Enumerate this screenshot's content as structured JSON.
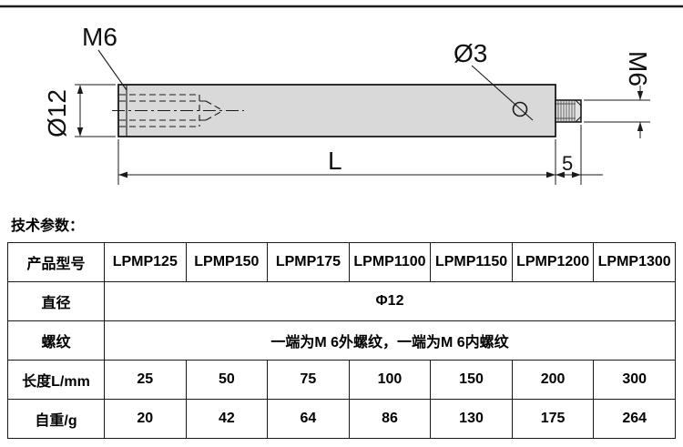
{
  "drawing": {
    "labels": {
      "internal_thread": "M6",
      "body_diameter": "Ø12",
      "hole_diameter": "Ø3",
      "external_thread": "M6",
      "length": "L",
      "stub_length": "5"
    },
    "colors": {
      "body_fill": "#d9d9d9",
      "line": "#1a1a1a"
    }
  },
  "section_title": "技术参数：",
  "table": {
    "rows": [
      {
        "header": "产品型号",
        "cells": [
          "LPMP125",
          "LPMP150",
          "LPMP175",
          "LPMP1100",
          "LPMP1150",
          "LPMP1200",
          "LPMP1300"
        ]
      },
      {
        "header": "直径",
        "span_text": "Φ12"
      },
      {
        "header": "螺纹",
        "span_text": "一端为M 6外螺纹，一端为M 6内螺纹"
      },
      {
        "header": "长度L/mm",
        "cells": [
          "25",
          "50",
          "75",
          "100",
          "150",
          "200",
          "300"
        ]
      },
      {
        "header": "自重/g",
        "cells": [
          "20",
          "42",
          "64",
          "86",
          "130",
          "175",
          "264"
        ]
      }
    ]
  }
}
